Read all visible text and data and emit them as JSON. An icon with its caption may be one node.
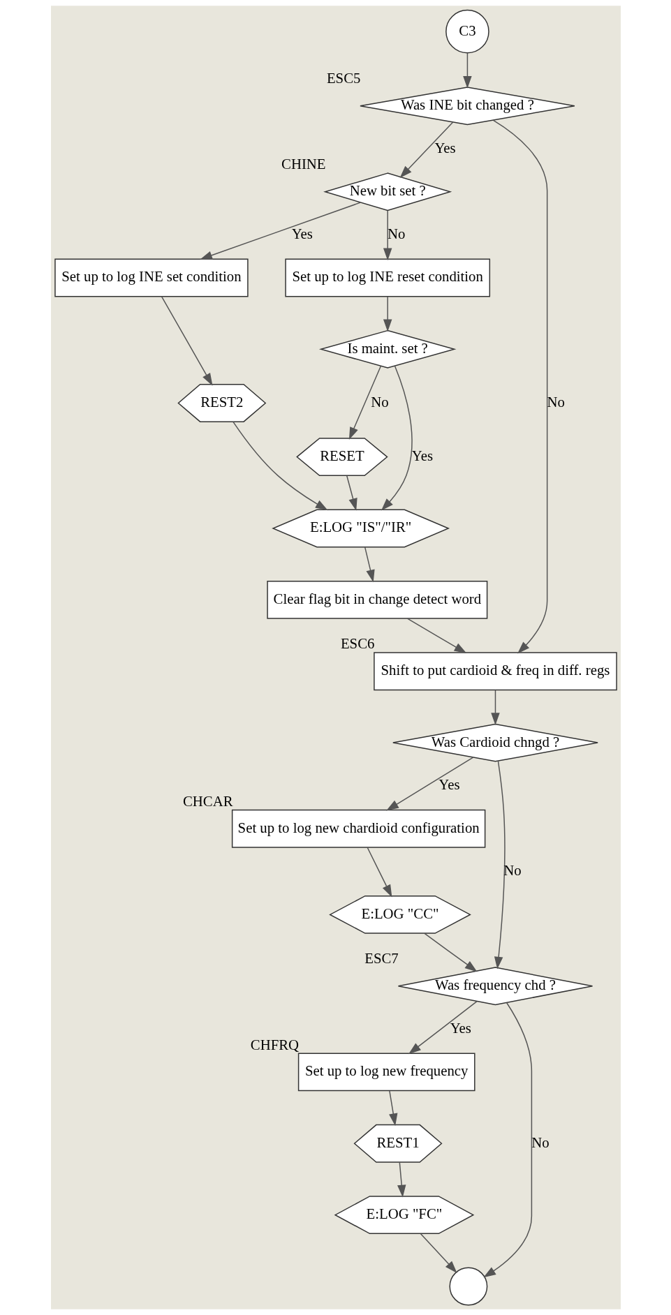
{
  "diagram": {
    "nodes": [
      {
        "text": [
          "C3"
        ]
      },
      {
        "text": [
          "Was INE bit changed ?"
        ],
        "beside": [
          "ESC5"
        ]
      },
      {
        "text": [
          "New bit set ?"
        ],
        "beside": [
          "CHINE"
        ]
      },
      {
        "text": [
          "Set up to log INE set condition"
        ]
      },
      {
        "text": [
          "Set up to log INE reset condition"
        ]
      },
      {
        "text": [
          "REST2"
        ]
      },
      {
        "text": [
          "Is maint. set ?"
        ]
      },
      {
        "text": [
          "RESET"
        ]
      },
      {
        "text": [
          "E:LOG \"IS\"/\"IR\""
        ]
      },
      {
        "text": [
          "Clear flag bit in change detect word"
        ]
      },
      {
        "text": [
          "Shift to put cardioid & freq in diff. regs"
        ],
        "beside": [
          "ESC6"
        ]
      },
      {
        "text": [
          "Was Cardioid chngd ?"
        ]
      },
      {
        "text": [
          "Set up to log new chardioid configuration"
        ],
        "beside": [
          "CHCAR"
        ]
      },
      {
        "text": [
          "E:LOG \"CC\""
        ]
      },
      {
        "text": [
          "Was frequency chd ?"
        ],
        "beside": [
          "ESC7"
        ]
      },
      {
        "text": [
          "Set up to log new frequency"
        ],
        "beside": [
          "CHFRQ"
        ]
      },
      {
        "text": [
          "REST1"
        ]
      },
      {
        "text": [
          "E:LOG \"FC\""
        ]
      },
      {
        "text": [],
        "shape": "circle"
      }
    ],
    "edges": [
      {
        "from": 0,
        "to": 1,
        "arrow": "to"
      },
      {
        "from": 1,
        "to": 2,
        "arrow": "to",
        "label": "Yes"
      },
      {
        "from": 1,
        "to": 10,
        "arrow": "to",
        "label": "No"
      },
      {
        "from": 2,
        "to": 3,
        "arrow": "to",
        "label": "Yes"
      },
      {
        "from": 2,
        "to": 4,
        "arrow": "to",
        "label": "No"
      },
      {
        "from": 3,
        "to": 5,
        "arrow": "to"
      },
      {
        "from": 4,
        "to": 6,
        "arrow": "to"
      },
      {
        "from": 5,
        "to": 8,
        "arrow": "to"
      },
      {
        "from": 6,
        "to": 8,
        "arrow": "to",
        "label": "Yes"
      },
      {
        "from": 6,
        "to": 7,
        "arrow": "to",
        "label": "No"
      },
      {
        "from": 7,
        "to": 8,
        "arrow": "to"
      },
      {
        "from": 8,
        "to": 9,
        "arrow": "to"
      },
      {
        "from": 9,
        "to": 10,
        "arrow": "to"
      },
      {
        "from": 10,
        "to": 11,
        "arrow": "to"
      },
      {
        "from": 11,
        "to": 12,
        "arrow": "to",
        "label": "Yes"
      },
      {
        "from": 12,
        "to": 13,
        "arrow": "to"
      },
      {
        "from": 11,
        "to": 14,
        "arrow": "to",
        "label": "No"
      },
      {
        "from": 13,
        "to": 14,
        "arrow": "to"
      },
      {
        "from": 14,
        "to": 15,
        "arrow": "to",
        "label": "Yes"
      },
      {
        "from": 14,
        "to": 18,
        "arrow": "to",
        "label": "No"
      },
      {
        "from": 15,
        "to": 16,
        "arrow": "to"
      },
      {
        "from": 16,
        "to": 17,
        "arrow": "to"
      },
      {
        "from": 17,
        "to": 18,
        "arrow": "to"
      }
    ]
  }
}
